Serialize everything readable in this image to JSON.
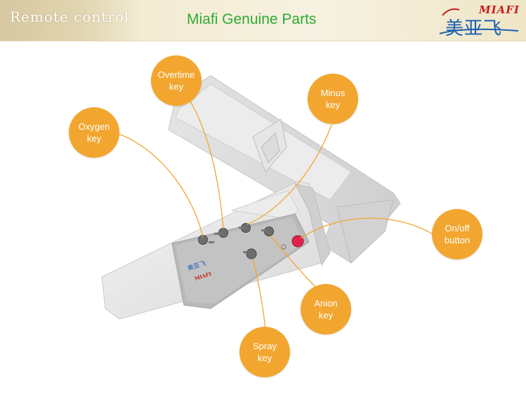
{
  "header": {
    "section_title": "Remote control",
    "title": "Miafi Genuine Parts",
    "logo_text": "MIAFI",
    "logo_cn": "美亚飞"
  },
  "callouts": {
    "oxygen": {
      "line1": "Oxygen",
      "line2": "key"
    },
    "overtime": {
      "line1": "Overtime",
      "line2": "key"
    },
    "minus": {
      "line1": "Minus",
      "line2": "key"
    },
    "onoff": {
      "line1": "On/off",
      "line2": "button"
    },
    "anion": {
      "line1": "Anion",
      "line2": "key"
    },
    "spray": {
      "line1": "Spray",
      "line2": "key"
    }
  },
  "remote": {
    "brand_text": "MIAFI"
  },
  "colors": {
    "accent_orange": "#f2a630",
    "title_green": "#2fa935",
    "power_red": "#e3224a",
    "logo_red": "#c81e1e",
    "logo_blue": "#1b5fb0"
  }
}
